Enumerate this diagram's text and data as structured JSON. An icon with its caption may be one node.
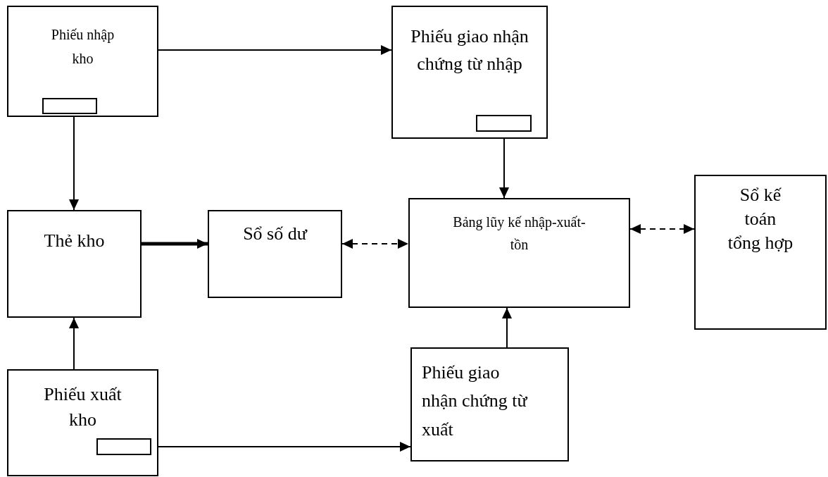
{
  "diagram": {
    "nodes": [
      {
        "text": [
          "Phiếu nhập kho"
        ]
      },
      {
        "text": [],
        "shape": "box",
        "in": 0
      },
      {
        "text": [
          "Phiếu giao nhận chứng từ nhập"
        ]
      },
      {
        "text": [],
        "shape": "box",
        "in": 2
      },
      {
        "text": [
          "Thẻ kho"
        ]
      },
      {
        "text": [
          "Sổ số dư"
        ]
      },
      {
        "text": [
          "Bảng lũy kế nhập-xuất-tồn"
        ]
      },
      {
        "text": [
          "Sổ kế toán tổng hợp"
        ]
      },
      {
        "text": [
          "Phiếu xuất kho"
        ]
      },
      {
        "text": [],
        "shape": "box",
        "in": 8
      },
      {
        "text": [
          "Phiếu giao nhận chứng từ xuất"
        ]
      }
    ],
    "edges": [
      {
        "from": 0,
        "to": 2,
        "arrow": "to"
      },
      {
        "from": 1,
        "to": 4,
        "arrow": "to"
      },
      {
        "from": 4,
        "to": 5,
        "arrow": "to",
        "style": "thick"
      },
      {
        "from": 5,
        "to": 6,
        "arrow": "both",
        "style": "dashed"
      },
      {
        "from": 6,
        "to": 7,
        "arrow": "both",
        "style": "dashed"
      },
      {
        "from": 3,
        "to": 6,
        "arrow": "to"
      },
      {
        "from": 10,
        "to": 6,
        "arrow": "to"
      },
      {
        "from": 8,
        "to": 4,
        "arrow": "to"
      },
      {
        "from": 9,
        "to": 10,
        "arrow": "to"
      }
    ]
  }
}
